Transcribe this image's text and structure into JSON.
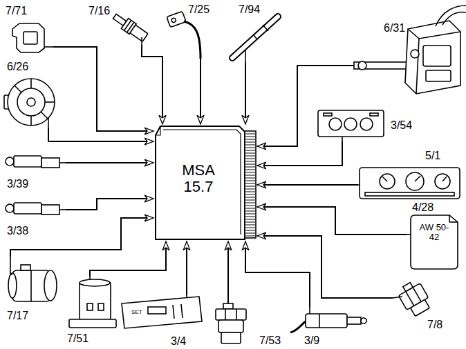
{
  "diagram": {
    "nodes": [
      {
        "text": [
          "7/71"
        ]
      },
      {
        "text": [
          "7/16"
        ]
      },
      {
        "text": [
          "7/25"
        ]
      },
      {
        "text": [
          "7/94"
        ]
      },
      {
        "text": [
          "6/31"
        ]
      },
      {
        "text": [
          "6/26"
        ]
      },
      {
        "text": [
          "MSA 15.7"
        ]
      },
      {
        "text": [
          "3/54"
        ]
      },
      {
        "text": [
          "3/39"
        ]
      },
      {
        "text": [
          "5/1"
        ]
      },
      {
        "text": [
          "3/38"
        ]
      },
      {
        "text": [
          "4/28",
          "AW 50-42"
        ]
      },
      {
        "text": [
          "7/17"
        ]
      },
      {
        "text": [
          "7/8"
        ]
      },
      {
        "text": [
          "7/51"
        ]
      },
      {
        "text": [
          "3/4",
          "SET"
        ]
      },
      {
        "text": [
          "7/53"
        ]
      },
      {
        "text": [
          "3/9"
        ]
      }
    ],
    "edges": [
      {
        "from": 0,
        "to": 6,
        "arrow": "to"
      },
      {
        "from": 1,
        "to": 6,
        "arrow": "to"
      },
      {
        "from": 2,
        "to": 6,
        "arrow": "to"
      },
      {
        "from": 3,
        "to": 6,
        "arrow": "to"
      },
      {
        "from": 4,
        "to": 6,
        "arrow": "to"
      },
      {
        "from": 5,
        "to": 6,
        "arrow": "to"
      },
      {
        "from": 7,
        "to": 6,
        "arrow": "to"
      },
      {
        "from": 8,
        "to": 6,
        "arrow": "to"
      },
      {
        "from": 9,
        "to": 6,
        "arrow": "to"
      },
      {
        "from": 10,
        "to": 6,
        "arrow": "to"
      },
      {
        "from": 11,
        "to": 6,
        "arrow": "to"
      },
      {
        "from": 12,
        "to": 6,
        "arrow": "to"
      },
      {
        "from": 13,
        "to": 6,
        "arrow": "to"
      },
      {
        "from": 14,
        "to": 6,
        "arrow": "to"
      },
      {
        "from": 15,
        "to": 6,
        "arrow": "to"
      },
      {
        "from": 16,
        "to": 6,
        "arrow": "to"
      },
      {
        "from": 17,
        "to": 6,
        "arrow": "to"
      }
    ]
  }
}
